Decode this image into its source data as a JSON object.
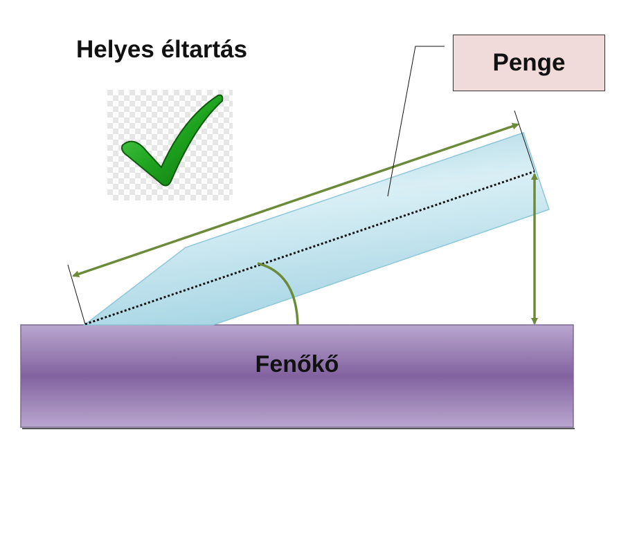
{
  "title": "Helyes éltartás",
  "labels": {
    "blade": "Penge",
    "stone": "Fenőkő"
  },
  "colors": {
    "blade_fill": "#a8d8e6",
    "blade_edge": "#8ec7d8",
    "stone_main": "#8a6aa8",
    "stone_light": "#b8a6cf",
    "arrow": "#6b8a3a",
    "check": "#22aa22",
    "label_box_fill": "#f1dada"
  },
  "icons": {
    "check": "checkmark-icon"
  }
}
